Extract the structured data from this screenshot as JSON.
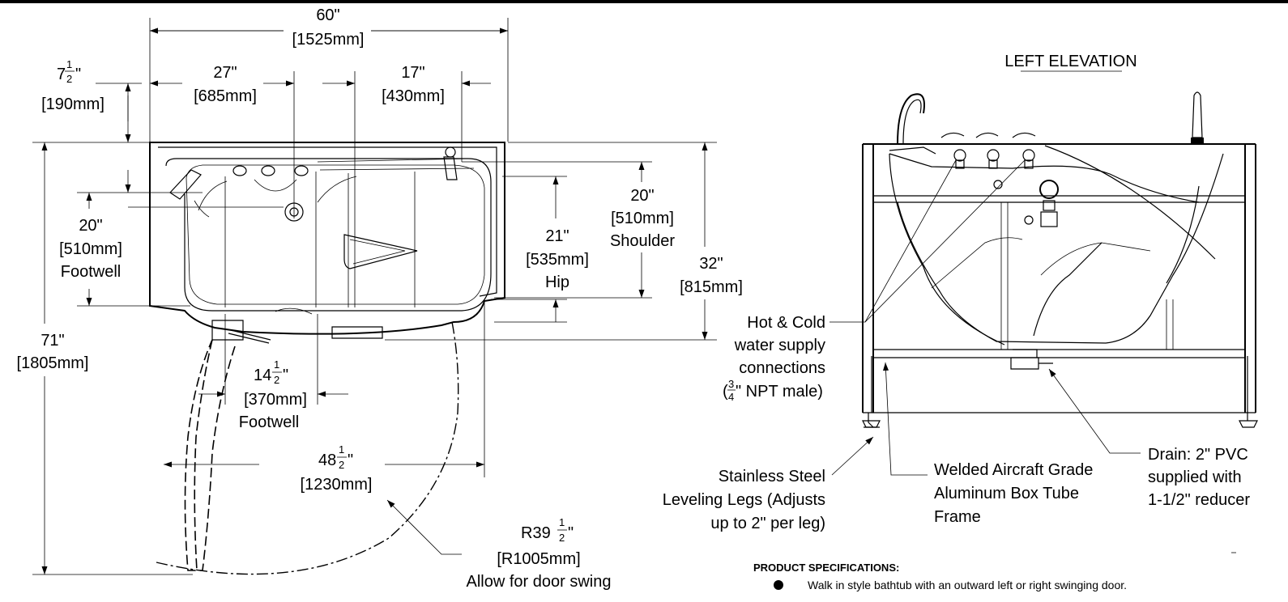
{
  "title": "LEFT ELEVATION",
  "plan_dimensions": {
    "overall_width": {
      "imperial": "60\"",
      "metric": "[1525mm]"
    },
    "left_offset": {
      "imperial": "27\"",
      "metric": "[685mm]"
    },
    "right_offset": {
      "imperial": "17\"",
      "metric": "[430mm]"
    },
    "deck_ledge": {
      "imperial_whole": "7",
      "imperial_num": "1",
      "imperial_den": "2",
      "metric": "[190mm]"
    },
    "footwell_depth": {
      "imperial": "20\"",
      "metric": "[510mm]",
      "label": "Footwell"
    },
    "hip_depth": {
      "imperial": "21\"",
      "metric": "[535mm]",
      "label": "Hip"
    },
    "shoulder_depth": {
      "imperial": "20\"",
      "metric": "[510mm]",
      "label": "Shoulder"
    },
    "overall_depth": {
      "imperial": "32\"",
      "metric": "[815mm]"
    },
    "clearance_depth": {
      "imperial": "71\"",
      "metric": "[1805mm]"
    },
    "footwell_width": {
      "imperial_whole": "14",
      "imperial_num": "1",
      "imperial_den": "2",
      "metric": "[370mm]",
      "label": "Footwell"
    },
    "door_opening": {
      "imperial_whole": "48",
      "imperial_num": "1",
      "imperial_den": "2",
      "metric": "[1230mm]"
    },
    "door_radius": {
      "imperial_whole": "R39",
      "imperial_num": "1",
      "imperial_den": "2",
      "metric": "[R1005mm]",
      "label": "Allow for door swing"
    }
  },
  "callouts": {
    "water_supply": {
      "line1": "Hot & Cold",
      "line2": "water supply",
      "line3": "connections",
      "open_paren": "(",
      "frac_num": "3",
      "frac_den": "4",
      "line4_rest": "\" NPT male)"
    },
    "drain": {
      "line1": "Drain: 2\" PVC",
      "line2": "supplied with",
      "line3": "1-1/2\" reducer"
    },
    "legs": {
      "line1": "Stainless Steel",
      "line2": "Leveling Legs (Adjusts",
      "line3": "up to 2\" per leg)"
    },
    "frame": {
      "line1": "Welded Aircraft Grade",
      "line2": "Aluminum Box Tube",
      "line3": "Frame"
    }
  },
  "specifications": {
    "heading": "PRODUCT SPECIFICATIONS:",
    "items": [
      "Walk in style bathtub with an outward left or right swinging door."
    ]
  }
}
